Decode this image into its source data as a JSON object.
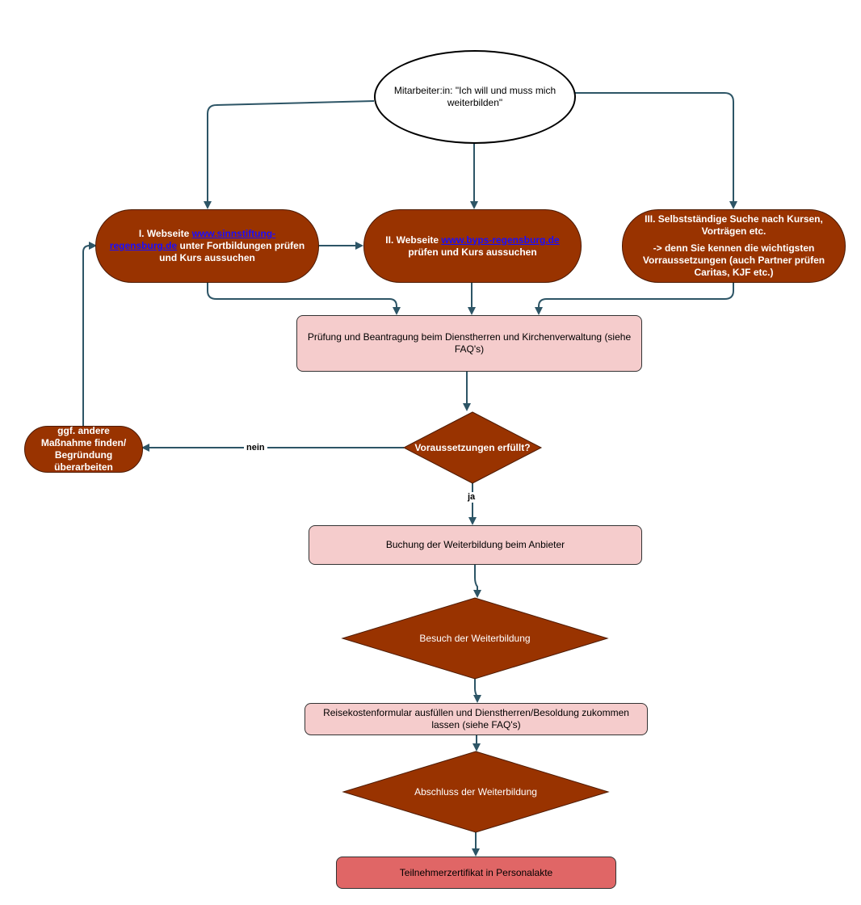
{
  "colors": {
    "edge": "#2d5566",
    "pill_fill": "#993300",
    "box_fill": "#f5cccc",
    "final_fill": "#e06666"
  },
  "start": {
    "text": "Mitarbeiter:in: \"Ich will und muss mich weiterbilden\""
  },
  "option1": {
    "prefix": "I. Webseite ",
    "link": "www.sinnstiftung-regensburg.de",
    "suffix": " unter Fortbildungen prüfen und Kurs aussuchen"
  },
  "option2": {
    "prefix": "II. Webseite ",
    "link": "www.byps-regensburg.de",
    "suffix": " prüfen und Kurs aussuchen"
  },
  "option3": {
    "line1": "III. Selbstständige Suche nach Kursen, Vorträgen etc.",
    "line2": "-> denn Sie kennen die wichtigsten Vorraussetzungen (auch Partner prüfen Caritas, KJF etc.)"
  },
  "review": {
    "text": "Prüfung und Beantragung beim Dienstherren und Kirchenverwaltung (siehe FAQ's)"
  },
  "decision": {
    "text": "Voraussetzungen erfüllt?"
  },
  "edge_no": {
    "text": "nein"
  },
  "edge_yes": {
    "text": "ja"
  },
  "alternative": {
    "text": "ggf. andere Maßnahme finden/ Begründung überarbeiten"
  },
  "booking": {
    "text": "Buchung der Weiterbildung beim Anbieter"
  },
  "attend": {
    "text": "Besuch der Weiterbildung"
  },
  "travel": {
    "text": "Reisekostenformular ausfüllen und Dienstherren/Besoldung zukommen lassen (siehe FAQ's)"
  },
  "complete": {
    "text": "Abschluss der Weiterbildung"
  },
  "certificate": {
    "text": "Teilnehmerzertifikat in Personalakte"
  }
}
